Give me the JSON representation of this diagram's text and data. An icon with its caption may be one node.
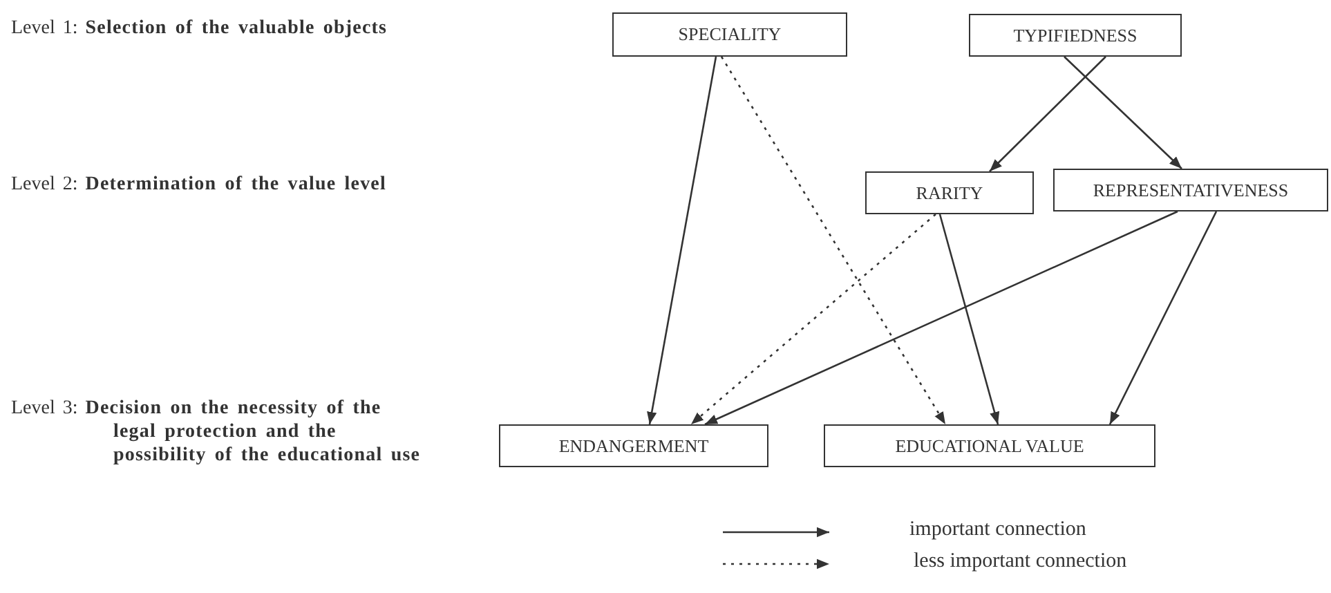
{
  "diagram": {
    "nodes": [
      {
        "text": [
          "SPECIALITY"
        ]
      },
      {
        "text": [
          "TYPIFIEDNESS"
        ]
      },
      {
        "text": [
          "RARITY"
        ]
      },
      {
        "text": [
          "REPRESENTATIVENESS"
        ]
      },
      {
        "text": [
          "ENDANGERMENT"
        ]
      },
      {
        "text": [
          "EDUCATIONAL VALUE"
        ]
      }
    ],
    "edges": [
      {
        "from": 0,
        "to": 4,
        "arrow": "to"
      },
      {
        "from": 0,
        "to": 5,
        "arrow": "to",
        "style": "dashed"
      },
      {
        "from": 1,
        "to": 2,
        "arrow": "to"
      },
      {
        "from": 1,
        "to": 3,
        "arrow": "to"
      },
      {
        "from": 2,
        "to": 4,
        "arrow": "to",
        "style": "dashed"
      },
      {
        "from": 2,
        "to": 5,
        "arrow": "to"
      },
      {
        "from": 3,
        "to": 4,
        "arrow": "to"
      },
      {
        "from": 3,
        "to": 5,
        "arrow": "to"
      }
    ],
    "labels": [
      "Level 1: **Selection of the valuable objects**",
      "Level 2: **Determination of the value level**",
      "Level 3: **Decision on the necessity of the legal protection and the possibility of the educational use**"
    ],
    "legend": [
      {
        "text": "important connection"
      },
      {
        "text": "less important connection"
      }
    ]
  }
}
